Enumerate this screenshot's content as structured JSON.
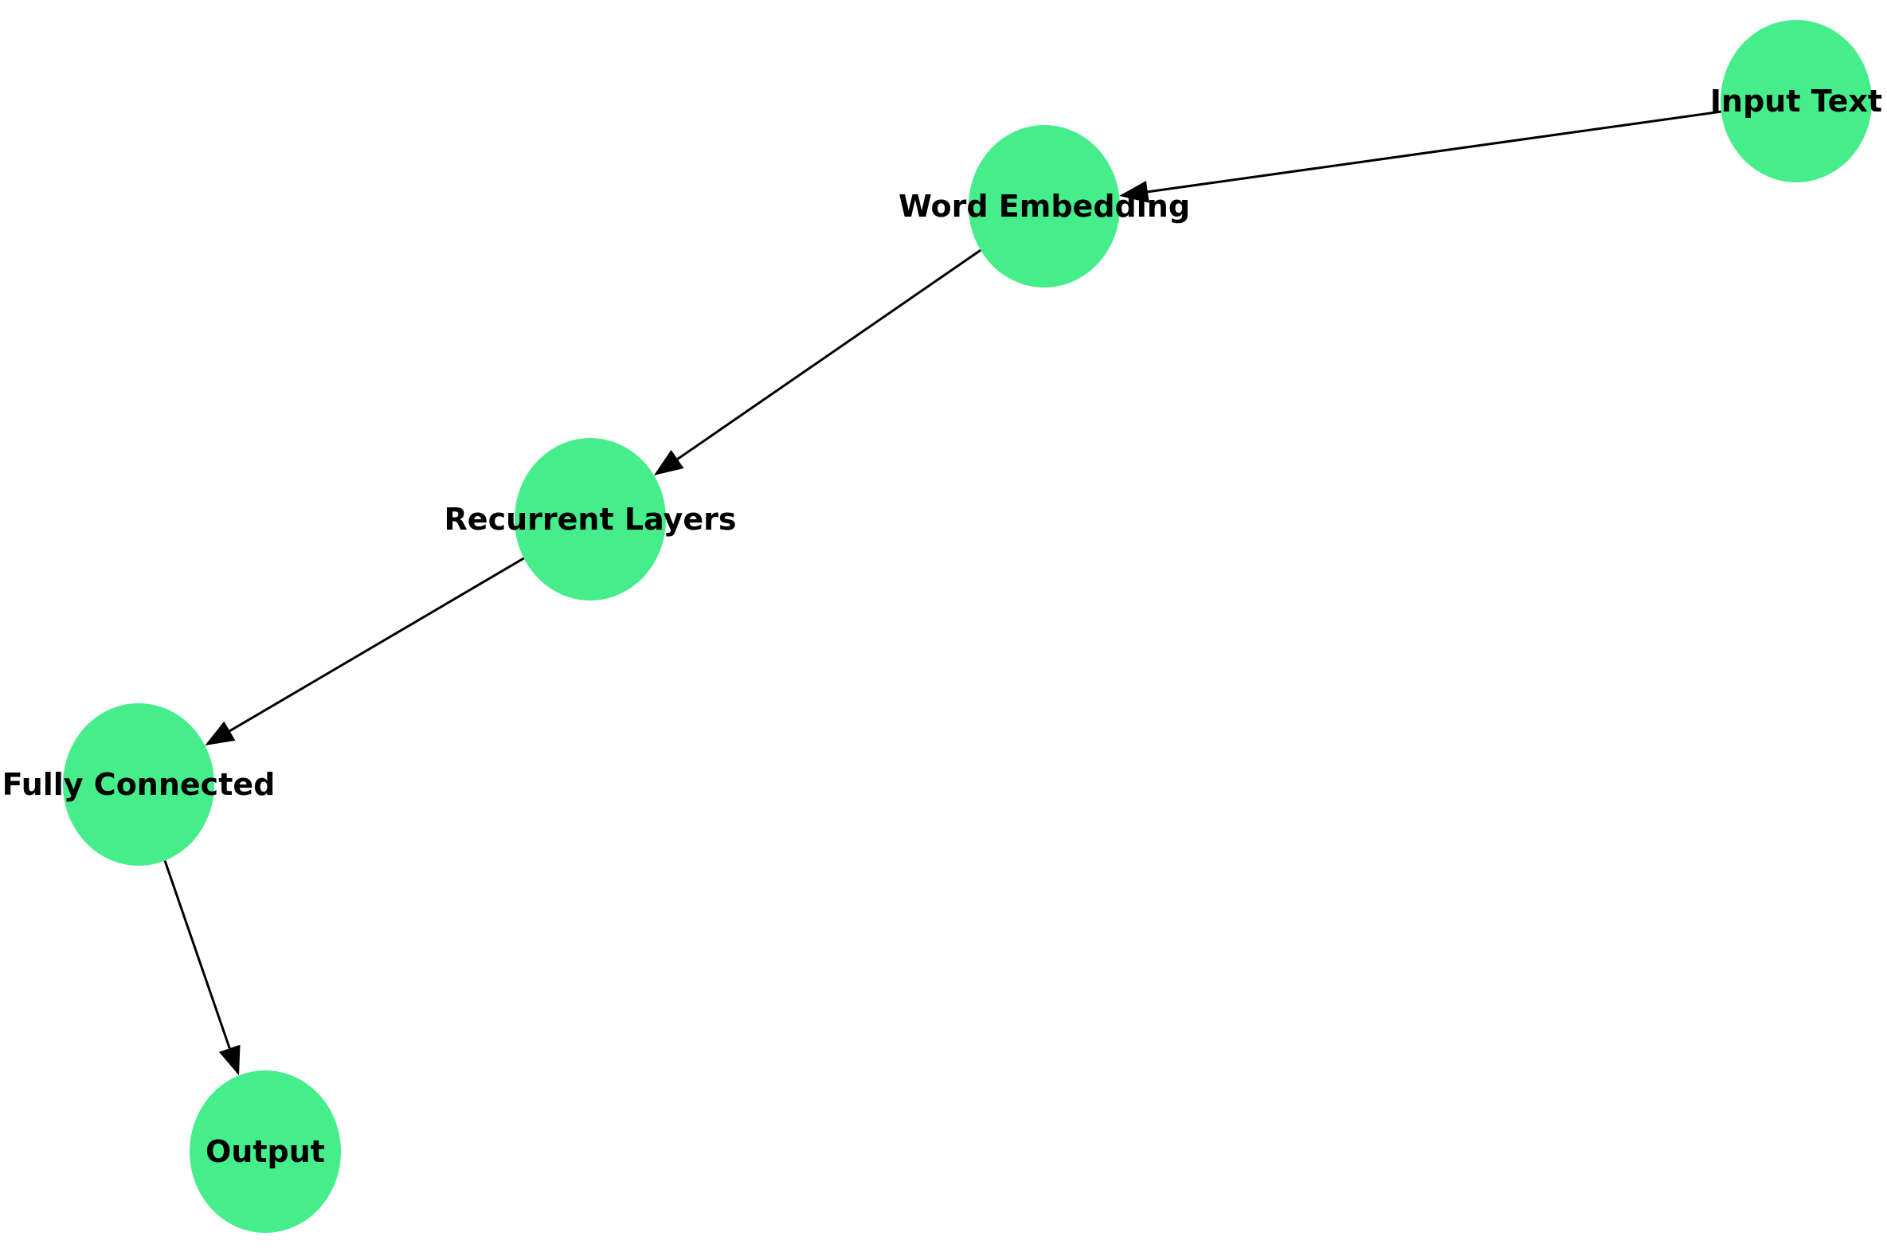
{
  "diagram": {
    "type": "directed-graph",
    "node_color": "#45ee8a",
    "edge_color": "#000000",
    "label_color": "#000000",
    "nodes": [
      {
        "id": "input_text",
        "label": "Input Text"
      },
      {
        "id": "word_embedding",
        "label": "Word Embedding"
      },
      {
        "id": "recurrent_layers",
        "label": "Recurrent Layers"
      },
      {
        "id": "fully_connected",
        "label": "Fully Connected"
      },
      {
        "id": "output",
        "label": "Output"
      }
    ],
    "edges": [
      {
        "from": "input_text",
        "to": "word_embedding"
      },
      {
        "from": "word_embedding",
        "to": "recurrent_layers"
      },
      {
        "from": "recurrent_layers",
        "to": "fully_connected"
      },
      {
        "from": "fully_connected",
        "to": "output"
      }
    ]
  }
}
